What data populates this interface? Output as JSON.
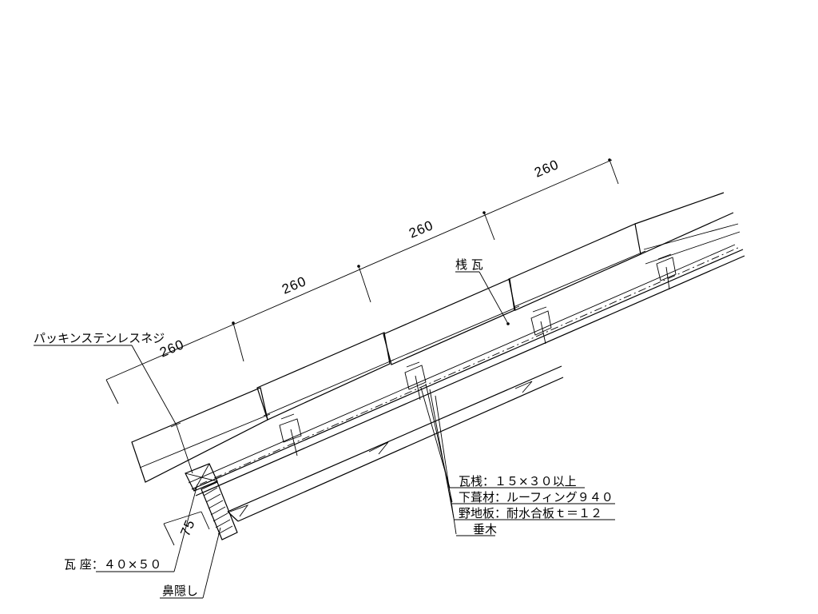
{
  "dimensions": {
    "spacing_1": "260",
    "spacing_2": "260",
    "spacing_3": "260",
    "spacing_4": "260",
    "overhang": "75"
  },
  "labels": {
    "packing_screw": "パッキンステンレスネジ",
    "sankawara": "桟 瓦",
    "kawarasan": "瓦桟：１５×３０以上",
    "shitabuki": "下葺材：ルーフィング９４０",
    "nojiita": "野地板：耐水合板ｔ＝１２",
    "taruki": "垂木",
    "kawaraza": "瓦 座：４０×５０",
    "hanakakushi": "鼻隠し"
  }
}
